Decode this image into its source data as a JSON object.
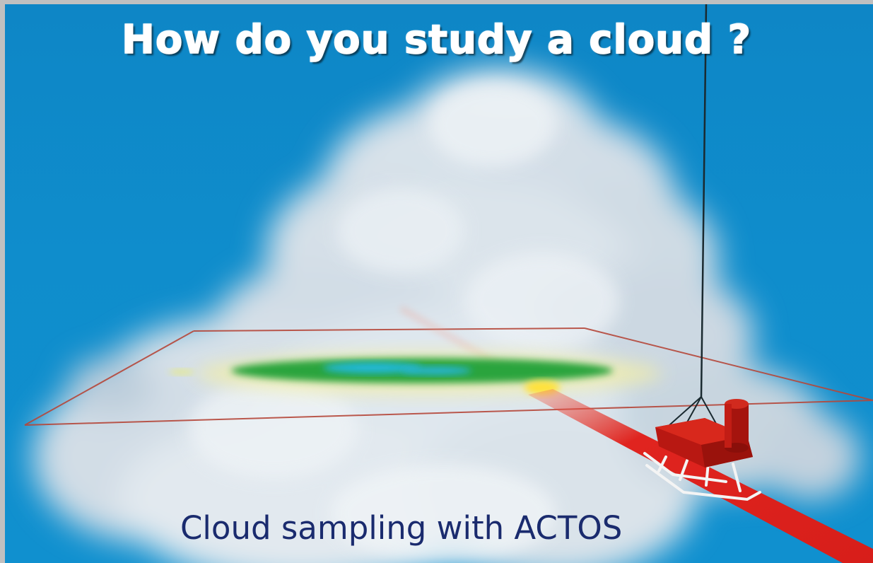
{
  "slide": {
    "title": "How do you study a cloud ?",
    "caption": "Cloud sampling with ACTOS"
  },
  "illustration": {
    "subject": "cumulus-cloud",
    "instrument": "ACTOS",
    "colors": {
      "sky": "#0f8dcc",
      "cloud": "#e4ecf2",
      "flight_path": "#e02424",
      "frame_lines": "#b04a3a",
      "payload": "#c41a12",
      "tether": "#1a2a30",
      "measurement_high": "#1cb4d8",
      "measurement_mid": "#1f9a3a",
      "measurement_low": "#f1ec7a"
    }
  }
}
